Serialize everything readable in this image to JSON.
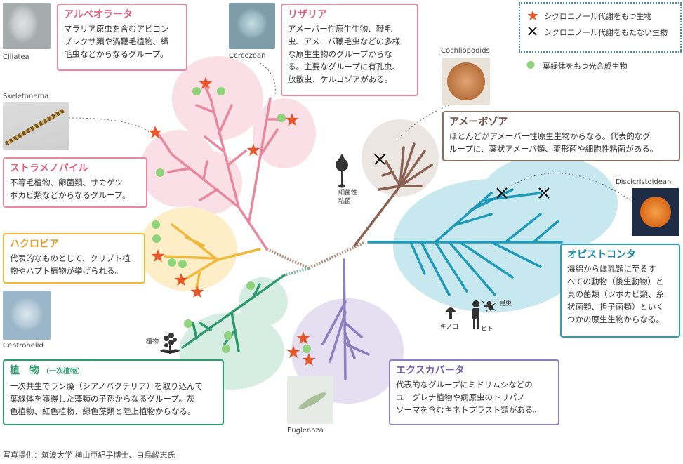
{
  "legend": {
    "star_label": "シクロエノール代謝をもつ生物",
    "cross_label": "シクロエノール代謝をもたない生物",
    "dot_label": "葉緑体をもつ光合成生物"
  },
  "groups": {
    "alveolata": {
      "title": "アルベオラータ",
      "lines": [
        "マラリア原虫を含むアピコン",
        "プレクサ類や渦鞭毛植物、繊",
        "毛虫などからなるグループ。"
      ],
      "color": "#e8889e"
    },
    "rhizaria": {
      "title": "リザリア",
      "lines": [
        "アメーバー性原生生物、鞭毛",
        "虫、アメーバ鞭毛虫などの多様",
        "な原生生物のグループからな",
        "る。主要なグループに有孔虫、",
        "放散虫、ケルコゾアがある。"
      ],
      "color": "#e8889e"
    },
    "stramenopiles": {
      "title": "ストラメノパイル",
      "lines": [
        "不等毛植物、卵菌類、サカゲツ",
        "ボカビ類などからなるグループ。"
      ],
      "color": "#e8889e"
    },
    "hacrobia": {
      "title": "ハクロビア",
      "lines": [
        "代表的なものとして、クリプト植",
        "物やハプト植物が挙げられる。"
      ],
      "color": "#f0b83a"
    },
    "plantae": {
      "title": "植　物",
      "subtitle": "（一次植物）",
      "lines": [
        "一次共生でラン藻（シアノバクテリア）を取り込んで",
        "葉緑体を獲得した藻類の子孫からなるグループ。灰",
        "色植物、紅色植物、緑色藻類と陸上植物からなる。"
      ],
      "color": "#2f9a6e"
    },
    "excavata": {
      "title": "エクスカバータ",
      "lines": [
        "代表的なグループにミドリムシなどの",
        "ユーグレナ植物や病原虫のトリパノ",
        "ソーマを含むキネトプラスト類がある。"
      ],
      "color": "#8b7fc0"
    },
    "amoebozoa": {
      "title": "アメーボゾア",
      "lines": [
        "ほとんどがアメーバー性原生生物からなる。代表的なグ",
        "ループに、葉状アメーバ類、変形菌や細胞性粘菌がある。"
      ],
      "color": "#8a7062"
    },
    "opisthokonta": {
      "title": "オピストコンタ",
      "lines": [
        "海綿からほ乳類に至るす",
        "べての動物（後生動物）と",
        "真の菌類（ツボカビ類、糸",
        "状菌類、担子菌類）といく",
        "つかの原生生物からなる。"
      ],
      "color": "#2aa0be"
    }
  },
  "photos": {
    "ciliatea": "Ciliatea",
    "cercozoan": "Cercozoan",
    "skeletonema": "Skeletonema",
    "cochliopodids": "Cochliopodids",
    "discicristoidean": "Discicristoidean",
    "centrohelid": "Centrohelid",
    "euglenoza": "Euglenoza"
  },
  "icon_labels": {
    "slime_mold": [
      "細菌性",
      "粘菌"
    ],
    "plant": "植物",
    "mushroom": "キノコ",
    "human": "ヒト",
    "insect": "昆虫"
  },
  "credit": "写真提供：筑波大学 横山亜紀子博士、白鳥峻志氏",
  "colors": {
    "star": "#e8562a",
    "dot": "#8fd47a",
    "legend_border": "#3a8fc6"
  }
}
